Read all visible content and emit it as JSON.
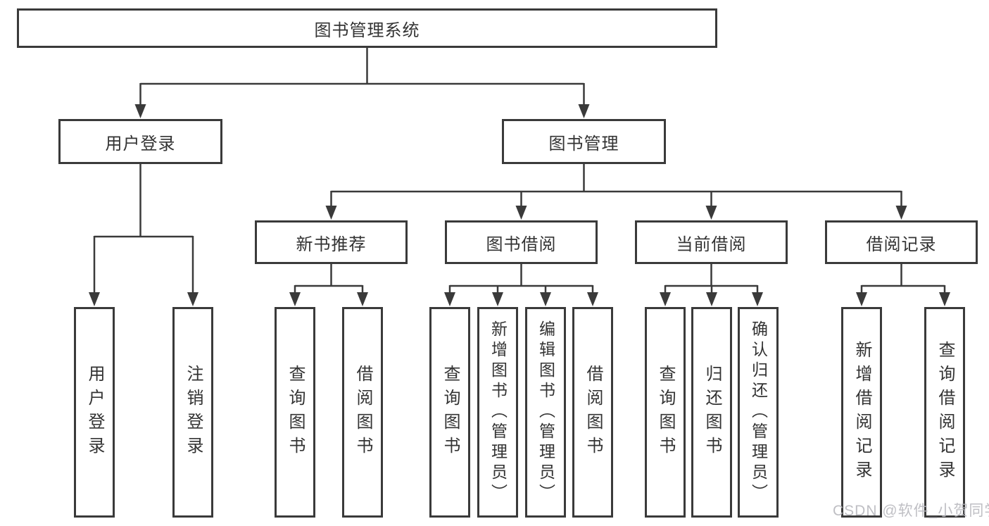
{
  "nodes": {
    "root": "图书管理系统",
    "login": "用户登录",
    "management": "图书管理",
    "recommend": "新书推荐",
    "borrowing": "图书借阅",
    "current": "当前借阅",
    "records": "借阅记录",
    "login_leaves": [
      "用户登录",
      "注销登录"
    ],
    "recommend_leaves": [
      "查询图书",
      "借阅图书"
    ],
    "borrowing_leaves": [
      "查询图书",
      "新增图书（管理员）",
      "编辑图书（管理员）",
      "借阅图书"
    ],
    "current_leaves": [
      "查询图书",
      "归还图书",
      "确认归还（管理员）"
    ],
    "records_leaves": [
      "新增借阅记录",
      "查询借阅记录"
    ]
  },
  "watermark": "CSDN @软件_小贺同学",
  "colors": {
    "line": "#3a3a3a",
    "text": "#333333",
    "watermark": "#b9b9be",
    "background": "#ffffff"
  }
}
